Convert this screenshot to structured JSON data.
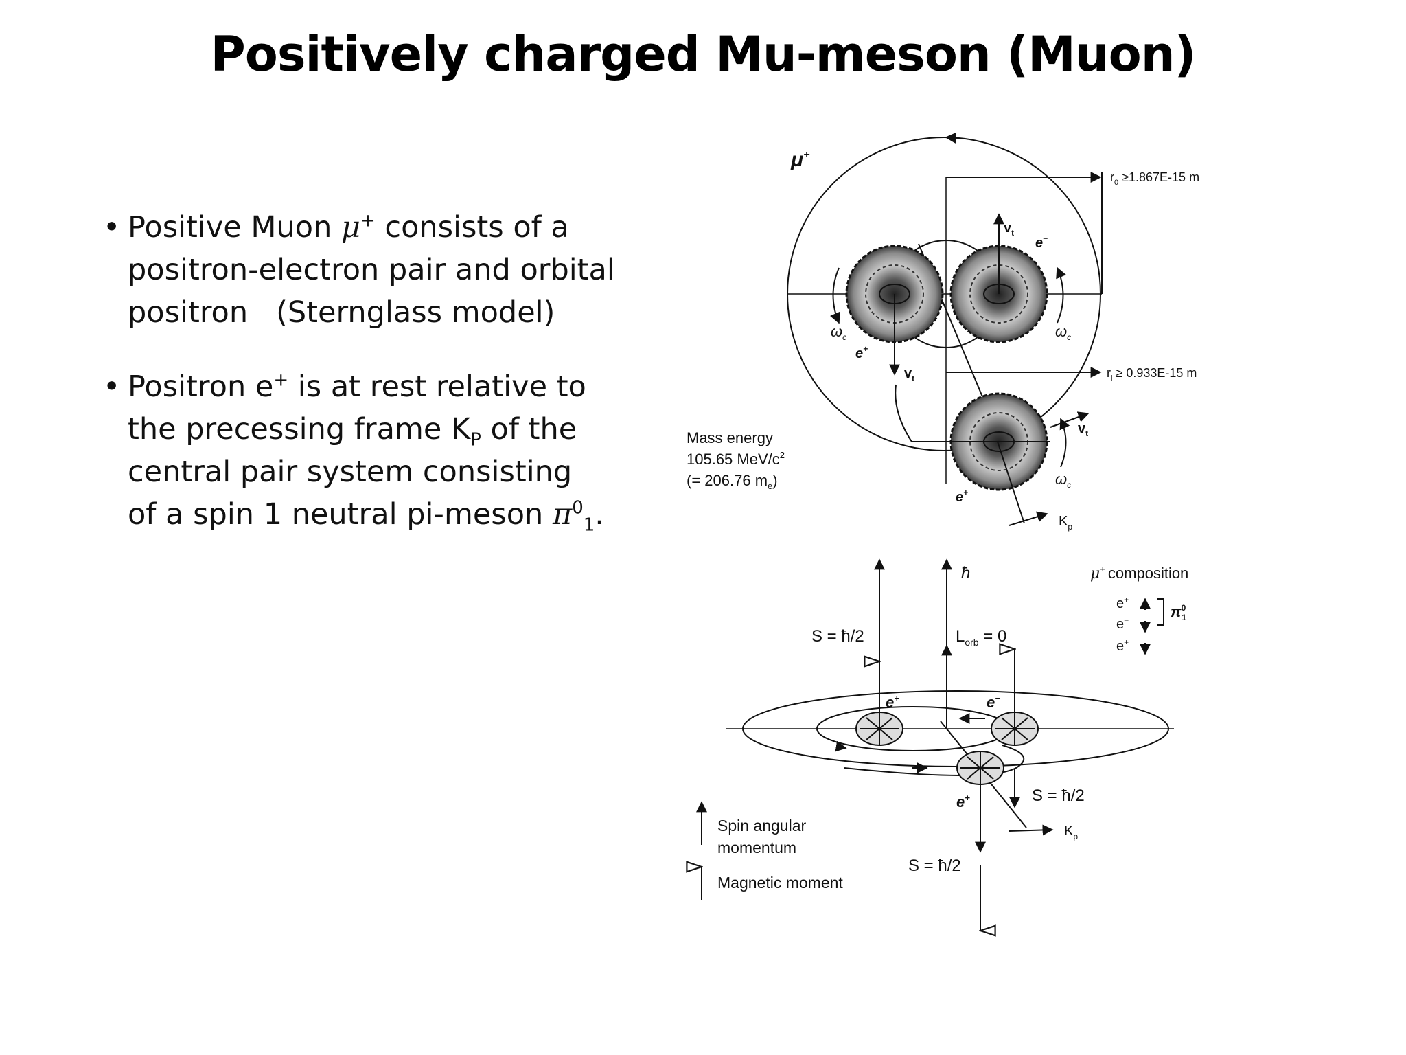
{
  "title": "Positively charged Mu-meson (Muon)",
  "bullets": [
    {
      "l1_pre": "Positive Muon ",
      "l1_sym": "μ",
      "l1_sup": "+",
      "l1_post": " consists of a",
      "l2": "positron-electron pair and orbital",
      "l3": "positron   (Sternglass model)"
    },
    {
      "l1_pre": "Positron e",
      "l1_sup": "+",
      "l1_post": " is at rest relative to",
      "l2_pre": "the precessing frame K",
      "l2_sub": "P",
      "l2_post": " of the",
      "l3": "central pair system consisting",
      "l4_pre": "of a spin 1 neutral pi-meson ",
      "l4_sym": "π",
      "l4_sup": "0",
      "l4_sub": "1",
      "l4_post": "."
    }
  ],
  "top_diagram": {
    "mu_label": "μ",
    "mu_sup": "+",
    "r0_label": "r",
    "r0_sub": "0",
    "r0_value": " ≥1.867E-15 m",
    "ri_label": "r",
    "ri_sub": "i",
    "ri_value": " ≥  0.933E-15 m",
    "vt": "v",
    "vt_sub": "t",
    "e_minus": "e",
    "e_minus_sup": "−",
    "e_plus": "e",
    "e_plus_sup": "+",
    "omega": "ω",
    "omega_sub": "c",
    "kp": "K",
    "kp_sub": "p",
    "mass_line1": "Mass energy",
    "mass_line2": "105.65 MeV/c",
    "mass_line2_sup": "2",
    "mass_line3": "(= 206.76 m",
    "mass_line3_sub": "e",
    "mass_line3_end": ")"
  },
  "bottom_diagram": {
    "hbar": "ħ",
    "s_half": "S = ħ/2",
    "s_half_b": "S =  ħ/2",
    "lorb": "L",
    "lorb_sub": "orb",
    "lorb_val": " =  0",
    "composition_title": "composition",
    "comp_mu": "μ",
    "comp_mu_sup": "+",
    "comp_e1": "e",
    "comp_e1_sup": "+",
    "comp_e2": "e",
    "comp_e2_sup": "−",
    "comp_e3": "e",
    "comp_e3_sup": "+",
    "comp_pi": "π",
    "comp_pi_sup": "0",
    "comp_pi_sub": "1",
    "legend_spin1": "Spin angular",
    "legend_spin2": "momentum",
    "legend_mag": "Magnetic moment",
    "kp": "K",
    "kp_sub": "p",
    "e_plus": "e",
    "e_plus_sup": "+",
    "e_minus": "e",
    "e_minus_sup": "−"
  }
}
